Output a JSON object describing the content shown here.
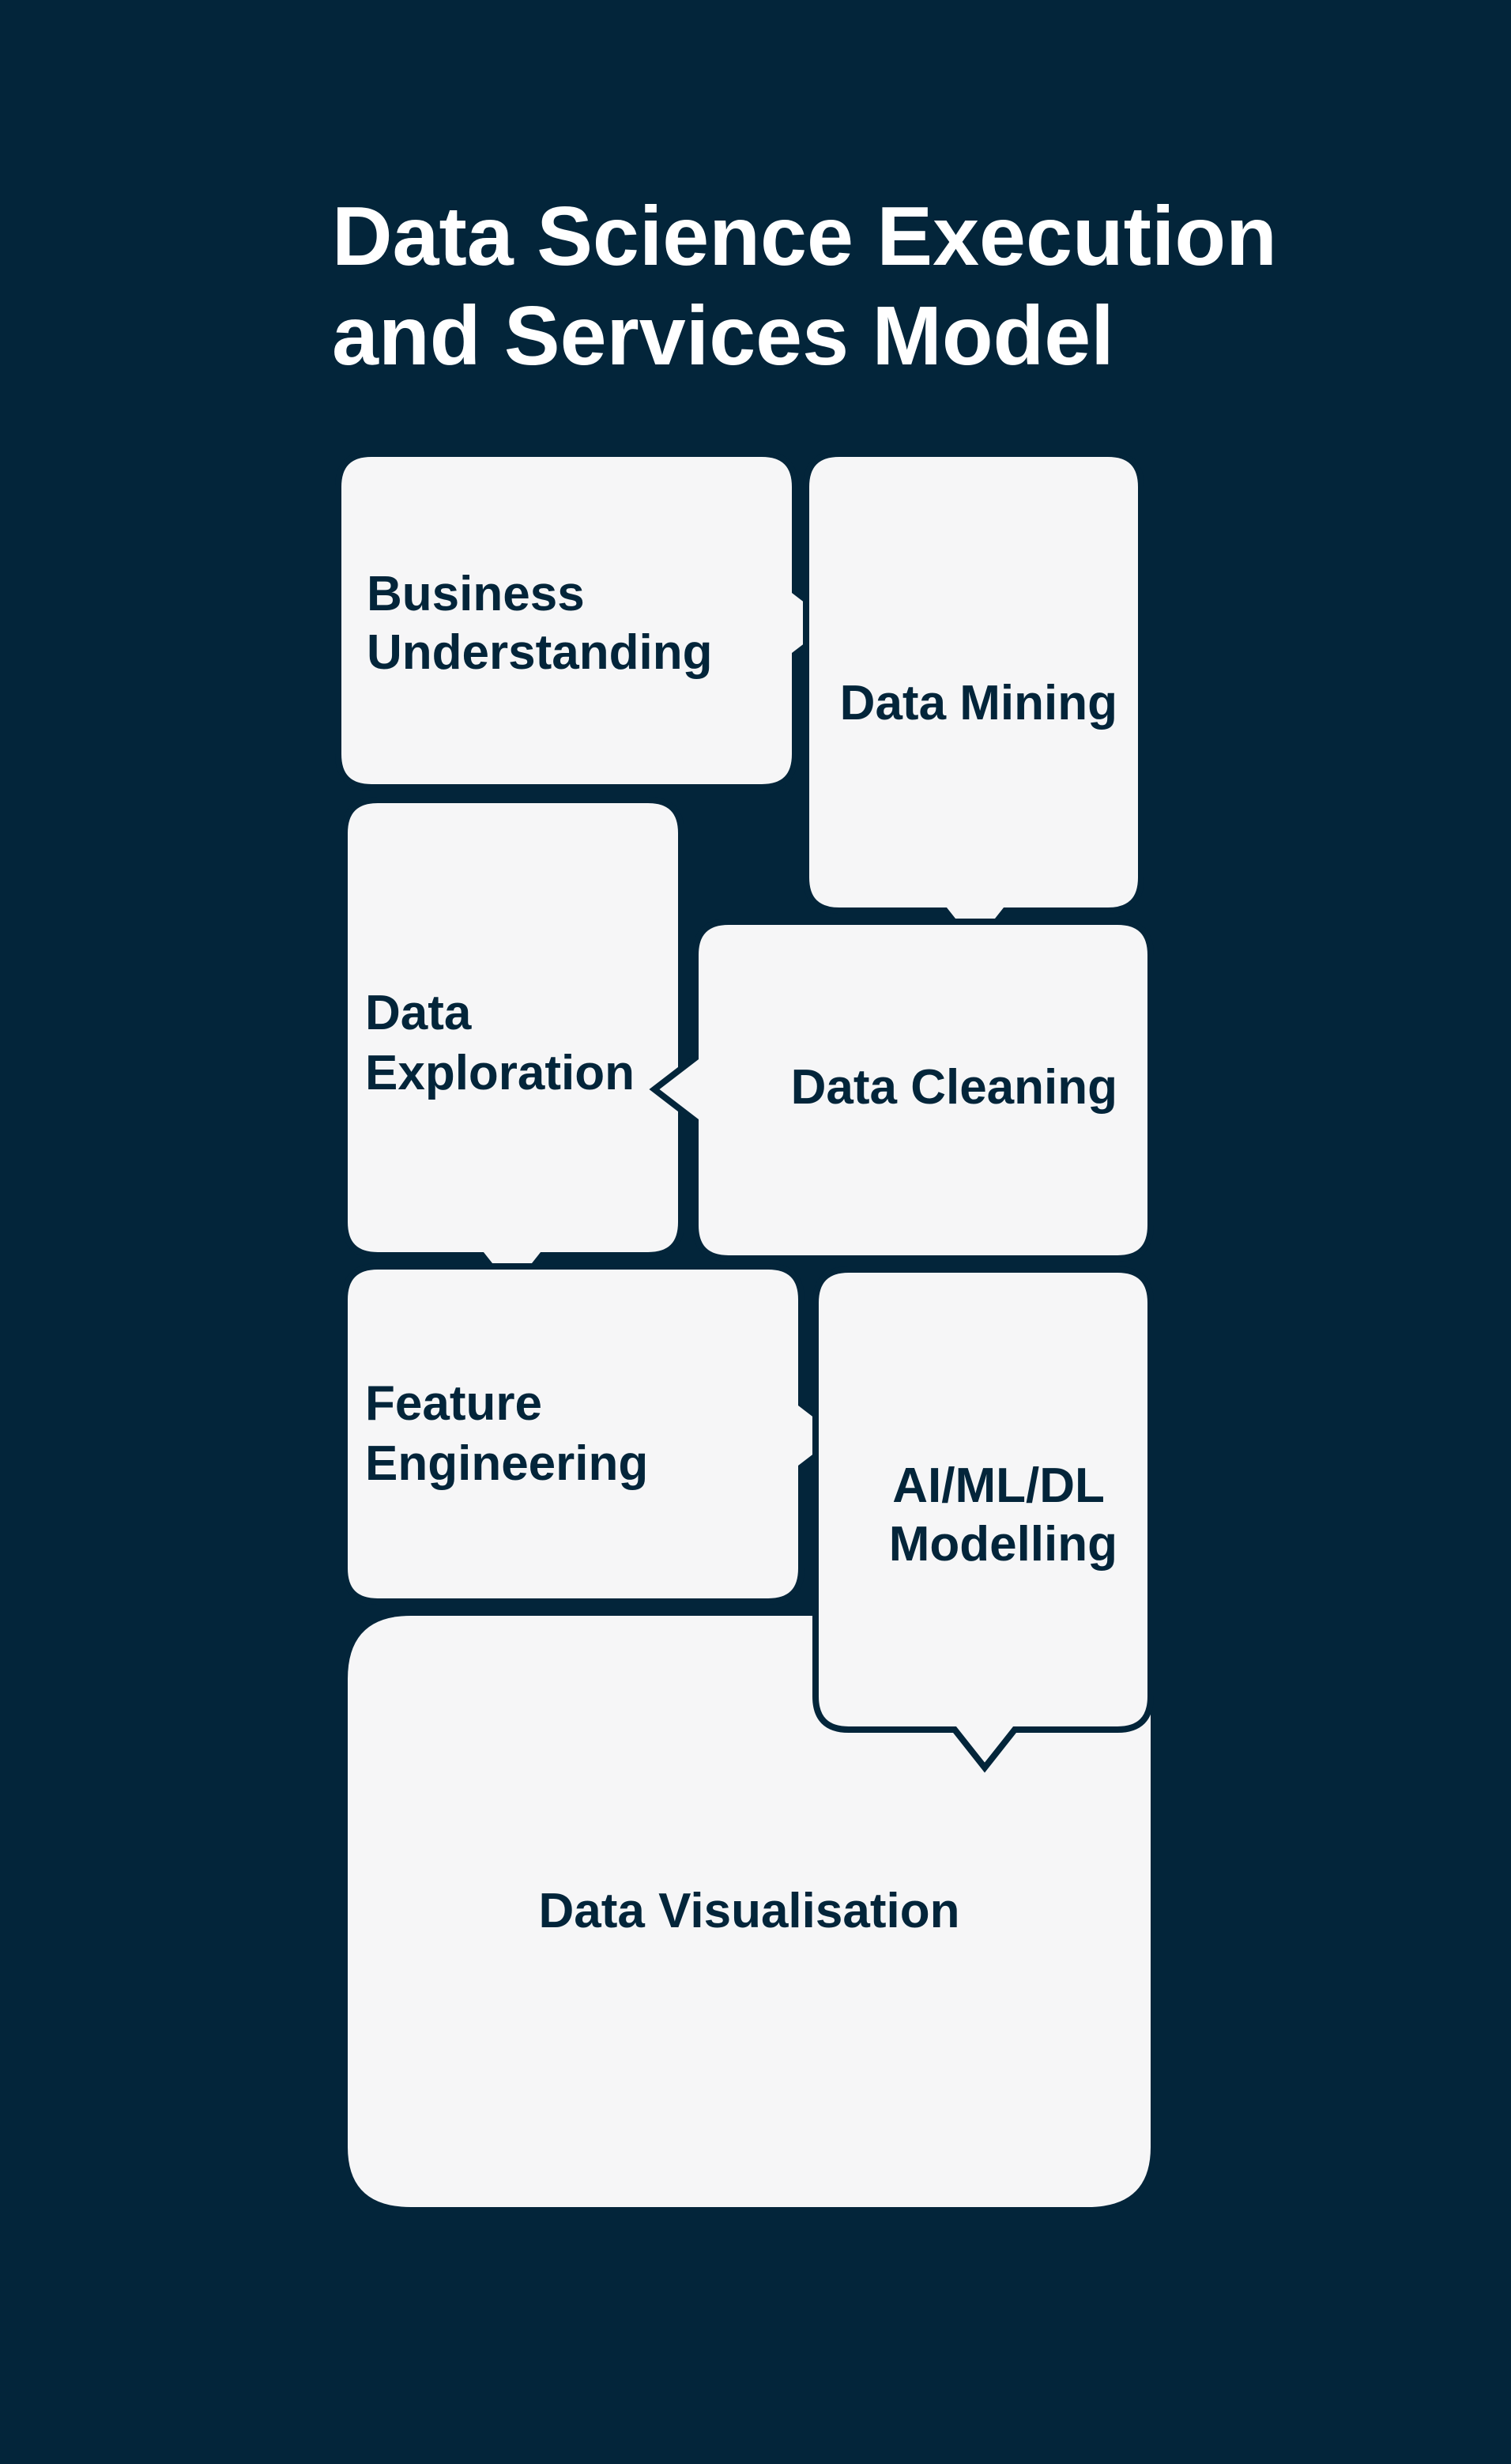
{
  "title": {
    "line1": "Data Science Execution",
    "line2": "and Services Model"
  },
  "steps": {
    "business_understanding": {
      "line1": "Business",
      "line2": "Understanding"
    },
    "data_mining": {
      "line1": "Data Mining"
    },
    "data_exploration": {
      "line1": "Data",
      "line2": "Exploration"
    },
    "data_cleaning": {
      "line1": "Data Cleaning"
    },
    "feature_engineering": {
      "line1": "Feature",
      "line2": "Engineering"
    },
    "ai_ml_dl_modelling": {
      "line1": "AI/ML/DL",
      "line2": "Modelling"
    },
    "data_visualisation": {
      "line1": "Data Visualisation"
    }
  },
  "colors": {
    "background": "#03253a",
    "card": "#f6f6f7",
    "text": "#03253a",
    "title": "#ffffff"
  }
}
